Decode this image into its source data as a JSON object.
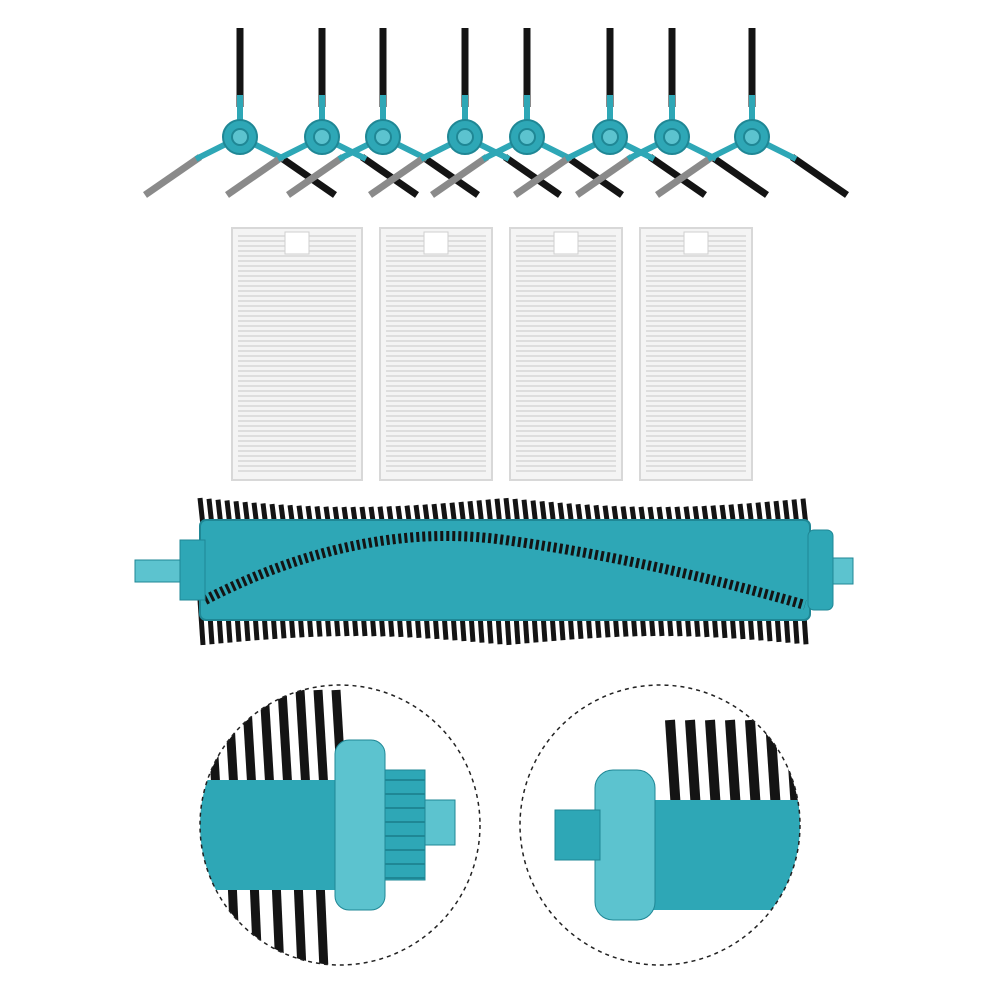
{
  "product": {
    "side_brush_count": 8,
    "filter_count": 4,
    "main_brush_count": 1,
    "detail_views": 2
  },
  "colors": {
    "background": "#ffffff",
    "teal": "#2ea7b6",
    "teal_dark": "#1f8795",
    "teal_light": "#5cc3cf",
    "bristle": "#141414",
    "grey_bristle": "#8a8a8a",
    "filter": "#f4f4f4",
    "filter_line": "#c9c9c9"
  }
}
